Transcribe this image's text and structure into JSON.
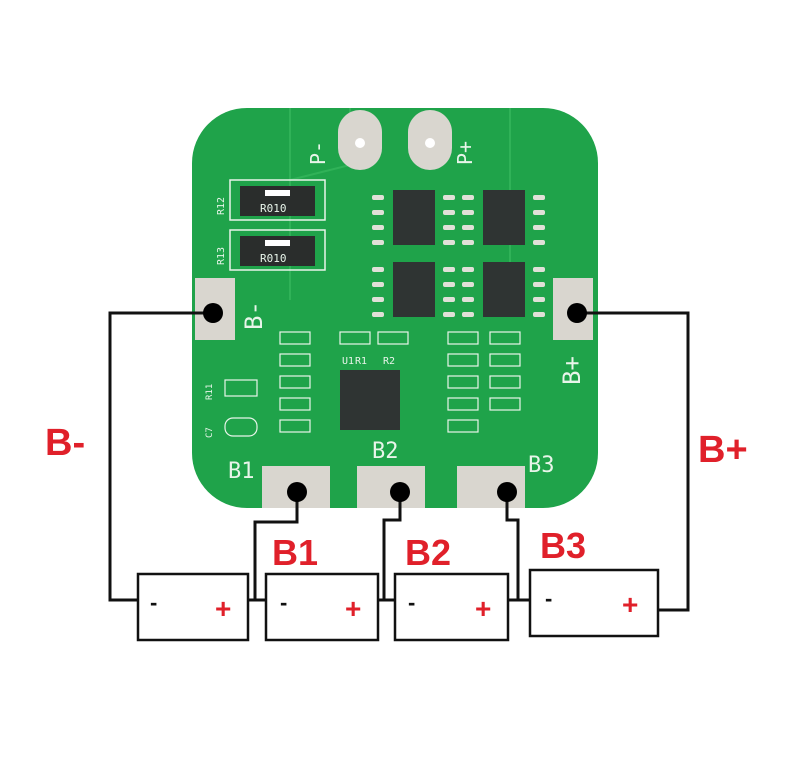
{
  "board": {
    "pad_labels": {
      "p_minus": "P-",
      "p_plus": "P+",
      "b_minus": "B-",
      "b_plus": "B+",
      "b1": "B1",
      "b2": "B2",
      "b3": "B3"
    },
    "resistor_marking": "R010",
    "silk": {
      "r12": "R12",
      "r13": "R13",
      "r11": "R11",
      "c7": "C7",
      "u1": "U1",
      "r1": "R1",
      "r2": "R2"
    },
    "colors": {
      "pcb": "#1fa34a",
      "pad": "#d9d6cf",
      "chip": "#2f3433"
    }
  },
  "wiring": {
    "labels": {
      "b_minus": "B-",
      "b_plus": "B+",
      "b1": "B1",
      "b2": "B2",
      "b3": "B3"
    },
    "cells": [
      {
        "neg": "-",
        "pos": "+"
      },
      {
        "neg": "-",
        "pos": "+"
      },
      {
        "neg": "-",
        "pos": "+"
      },
      {
        "neg": "-",
        "pos": "+"
      }
    ],
    "label_color": "#e0202a"
  }
}
